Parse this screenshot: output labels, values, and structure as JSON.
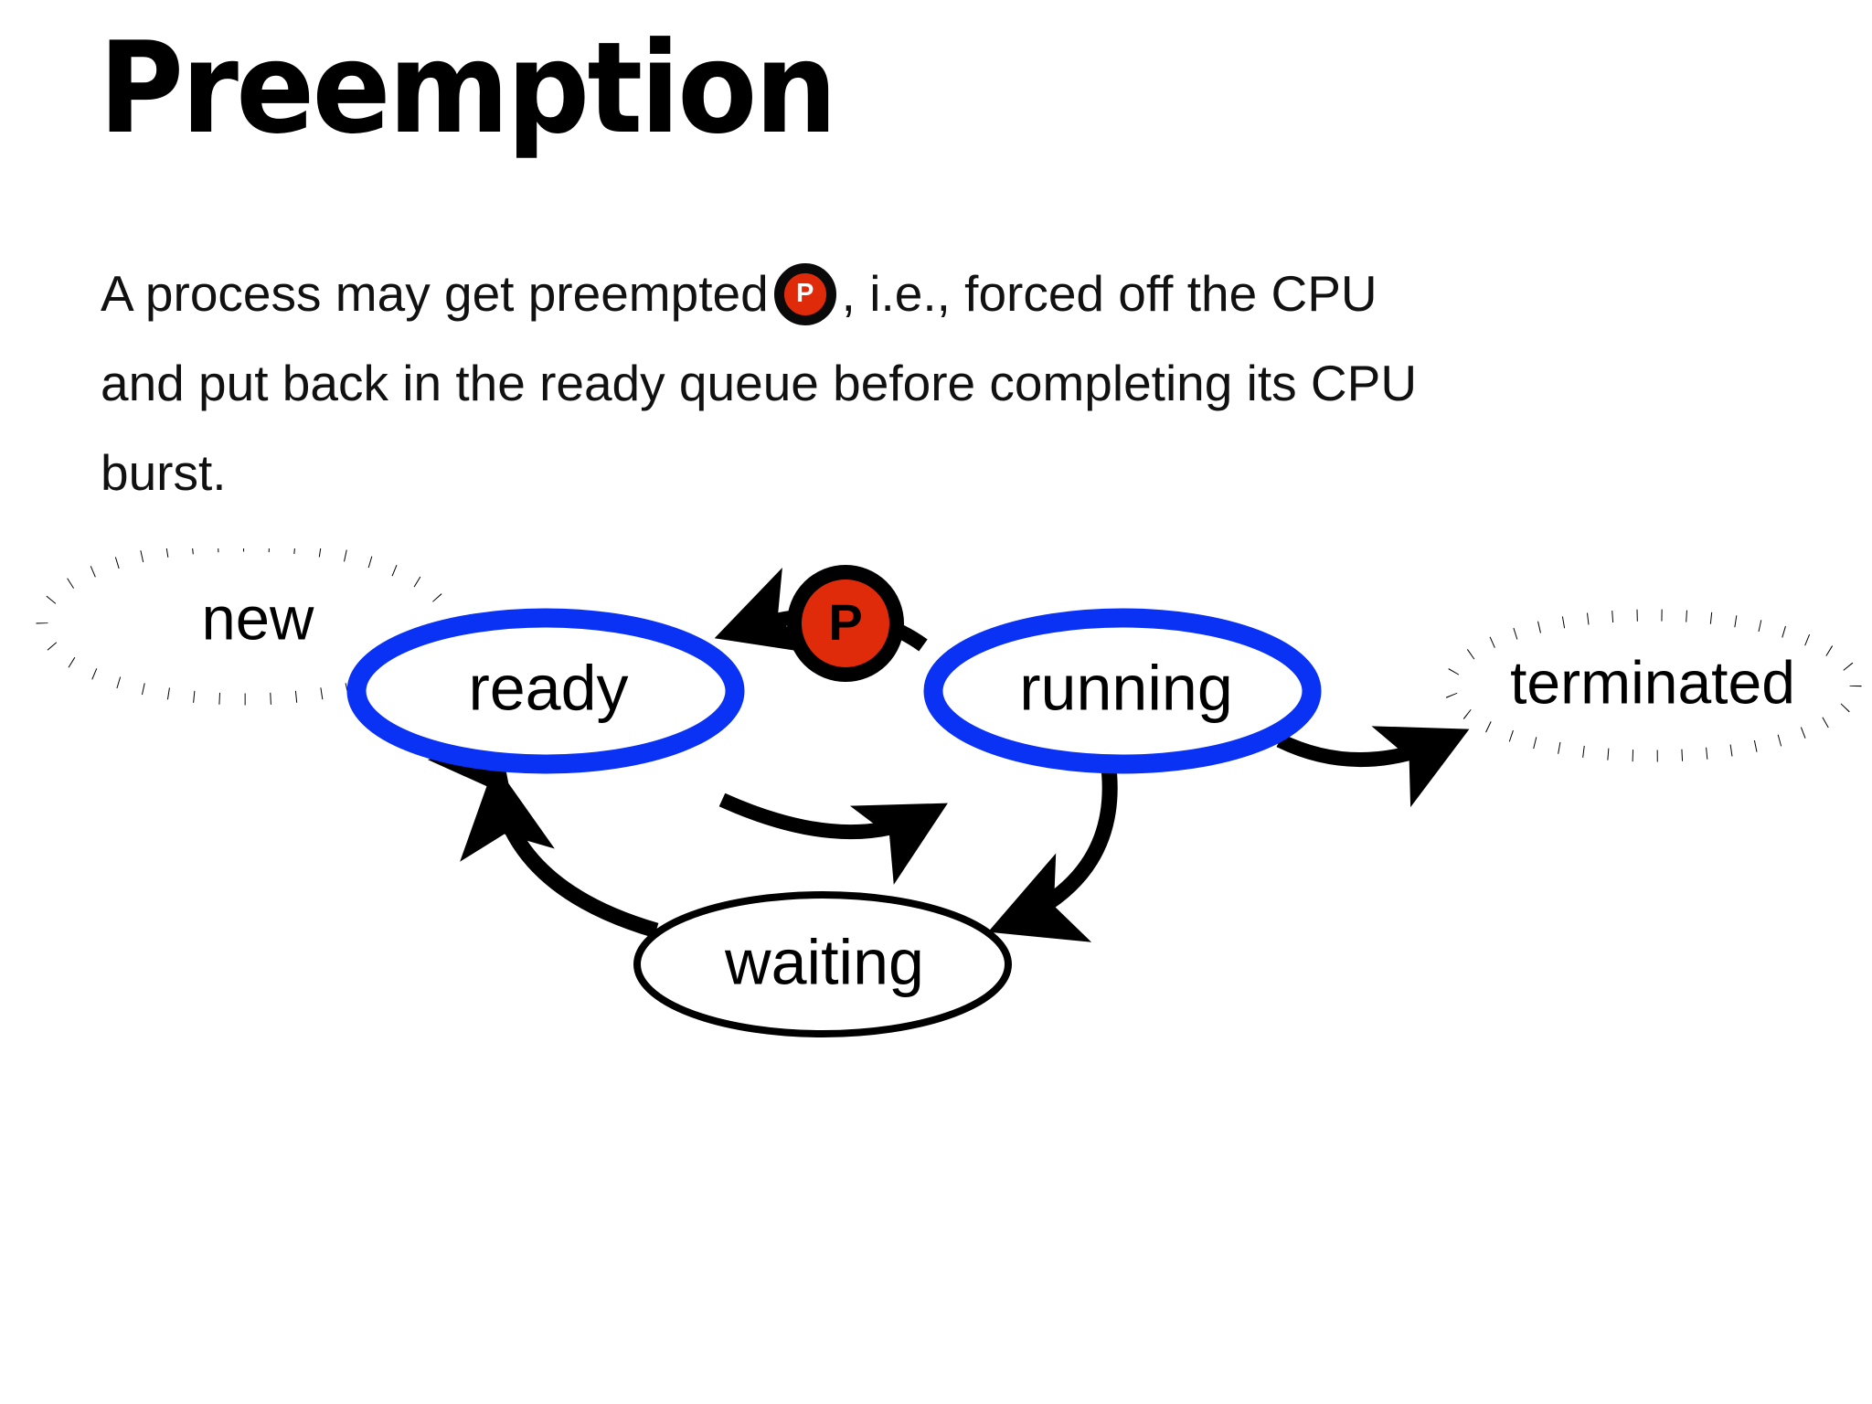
{
  "slide": {
    "title": "Preemption",
    "background_color": "#FFFFFF"
  },
  "body": {
    "line1_before": "A process may get preempted",
    "badge_label": "P",
    "line1_after": ", i.e., forced off the CPU",
    "line2": "and put back in the ready queue before completing its CPU",
    "line3": "burst.",
    "full_text": "A process may get preempted (P), i.e., forced off the CPU and put back in the ready queue before completing its CPU burst."
  },
  "colors": {
    "accent_blue": "#0A32F5",
    "badge_red": "#E02B0B",
    "stroke_black": "#000000",
    "node_fill": "#FFFFFF"
  },
  "diagram": {
    "name": "process-state-diagram",
    "nodes": [
      {
        "id": "new",
        "label": "new",
        "style": "dotted",
        "stroke": "#000000",
        "highlight": false
      },
      {
        "id": "ready",
        "label": "ready",
        "style": "solid-thick",
        "stroke": "#0A32F5",
        "highlight": true
      },
      {
        "id": "running",
        "label": "running",
        "style": "solid-thick",
        "stroke": "#0A32F5",
        "highlight": true
      },
      {
        "id": "terminated",
        "label": "terminated",
        "style": "dotted",
        "stroke": "#000000",
        "highlight": false
      },
      {
        "id": "waiting",
        "label": "waiting",
        "style": "solid-thin",
        "stroke": "#000000",
        "highlight": false
      }
    ],
    "preempt_badge": {
      "id": "preempt-marker",
      "label": "P",
      "fill": "#E02B0B",
      "ring": "#000000",
      "text": "#FFFFFF"
    },
    "edges": [
      {
        "from": "new",
        "to": "ready",
        "label": ""
      },
      {
        "from": "ready",
        "to": "running",
        "label": ""
      },
      {
        "from": "running",
        "to": "ready",
        "label": "P"
      },
      {
        "from": "running",
        "to": "terminated",
        "label": ""
      },
      {
        "from": "running",
        "to": "waiting",
        "label": ""
      },
      {
        "from": "waiting",
        "to": "ready",
        "label": ""
      }
    ]
  }
}
